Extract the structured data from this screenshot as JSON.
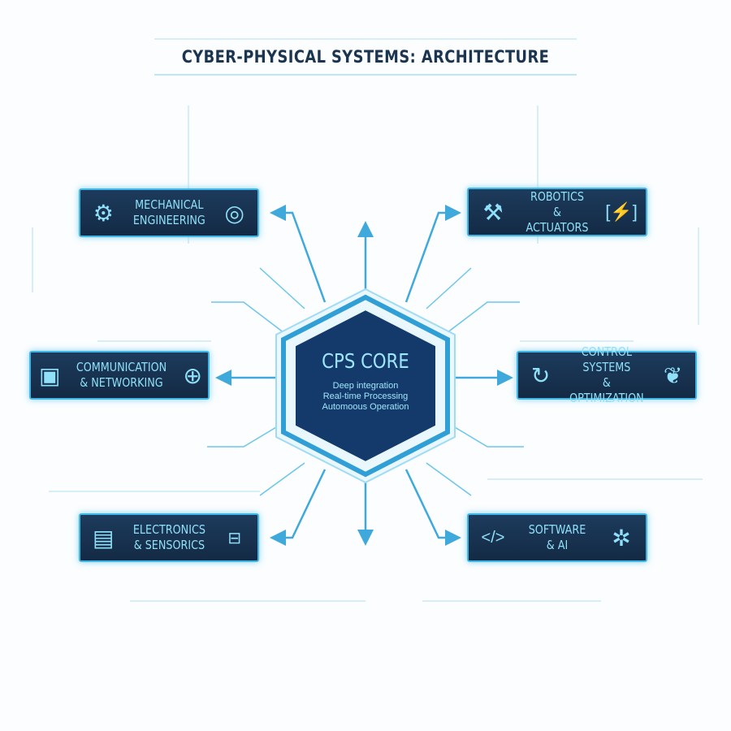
{
  "title": "CYBER-PHYSICAL SYSTEMS: ARCHITECTURE",
  "core": {
    "title": "CPS CORE",
    "lines": [
      "Deep integration",
      "Real-time Processing",
      "Automoous Operation"
    ]
  },
  "nodes": [
    {
      "line1": "MECHANICAL",
      "line2": "ENGINEERING",
      "left_icon": "gears-icon",
      "right_icon": "motor-icon"
    },
    {
      "line1": "ROBOTICS",
      "line2": "& ACTUATORS",
      "left_icon": "robot-arm-icon",
      "right_icon": "battery-icon"
    },
    {
      "line1": "COMMUNICATION",
      "line2": "& NETWORKING",
      "left_icon": "chip-icon",
      "right_icon": "network-icon"
    },
    {
      "line1": "CONTROL SYSTEMS",
      "line2": "& OPTIMIZATION",
      "left_icon": "refresh-icon",
      "right_icon": "brain-icon"
    },
    {
      "line1": "ELECTRONICS",
      "line2": "& SENSORICS",
      "left_icon": "processor-icon",
      "right_icon": "circuit-icon"
    },
    {
      "line1": "SOFTWARE",
      "line2": "& AI",
      "left_icon": "code-icon",
      "right_icon": "neural-network-icon"
    }
  ],
  "colors": {
    "accent": "#3fb6e6",
    "box": "#1a3654",
    "core": "#143a6b",
    "text": "#8fe0f8"
  }
}
